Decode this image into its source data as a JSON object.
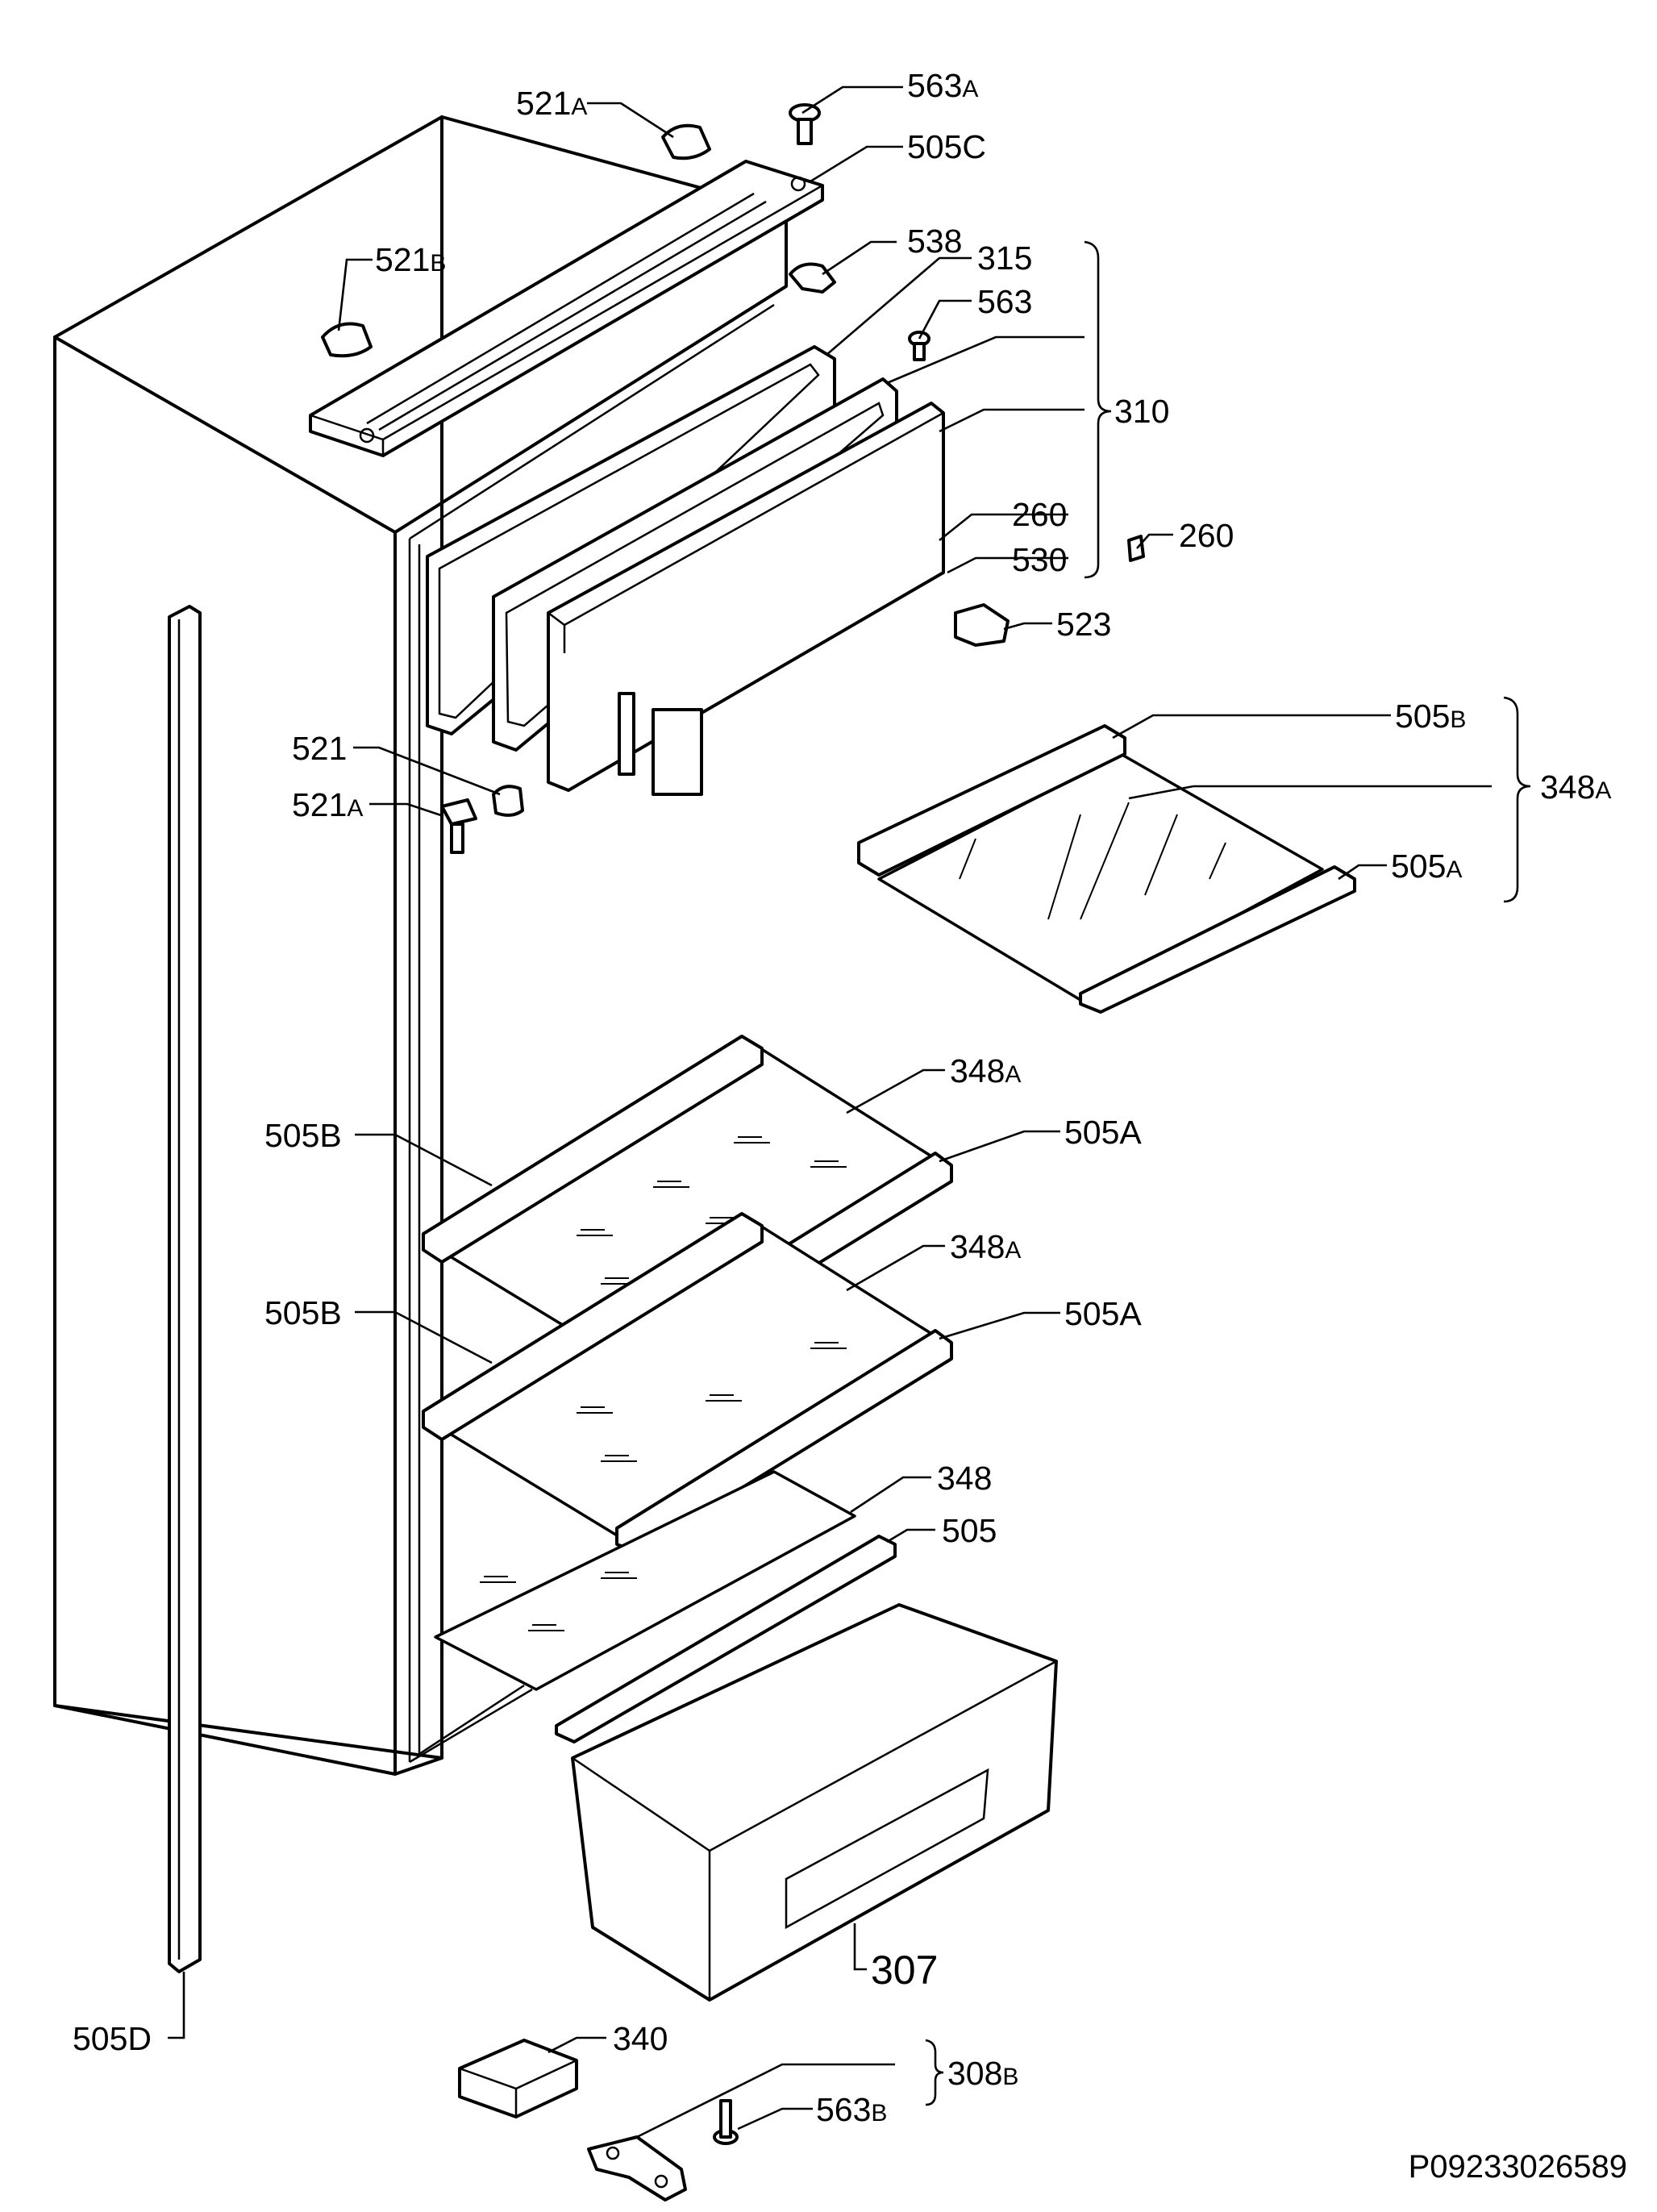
{
  "labels": {
    "l521a_top": {
      "base": "521",
      "suffix": "A"
    },
    "l563a": {
      "base": "563",
      "suffix": "A"
    },
    "l505c": {
      "base": "505C",
      "suffix": ""
    },
    "l521b": {
      "base": "521",
      "suffix": "B"
    },
    "l538": {
      "base": "538",
      "suffix": ""
    },
    "l315": {
      "base": "315",
      "suffix": ""
    },
    "l563": {
      "base": "563",
      "suffix": ""
    },
    "l310": {
      "base": "310",
      "suffix": ""
    },
    "l260a": {
      "base": "260",
      "suffix": ""
    },
    "l260b": {
      "base": "260",
      "suffix": ""
    },
    "l530": {
      "base": "530",
      "suffix": ""
    },
    "l523": {
      "base": "523",
      "suffix": ""
    },
    "l521": {
      "base": "521",
      "suffix": ""
    },
    "l521a_mid": {
      "base": "521",
      "suffix": "A"
    },
    "l505b_top": {
      "base": "505",
      "suffix": "B"
    },
    "l348a_top": {
      "base": "348",
      "suffix": "A"
    },
    "l505a_top": {
      "base": "505",
      "suffix": "A"
    },
    "l348a_1": {
      "base": "348",
      "suffix": "A"
    },
    "l505b_1": {
      "base": "505B",
      "suffix": ""
    },
    "l505a_1": {
      "base": "505A",
      "suffix": ""
    },
    "l348a_2": {
      "base": "348",
      "suffix": "A"
    },
    "l505b_2": {
      "base": "505B",
      "suffix": ""
    },
    "l505a_2": {
      "base": "505A",
      "suffix": ""
    },
    "l348": {
      "base": "348",
      "suffix": ""
    },
    "l505": {
      "base": "505",
      "suffix": ""
    },
    "l307": {
      "base": "307",
      "suffix": ""
    },
    "l505d": {
      "base": "505D",
      "suffix": ""
    },
    "l340": {
      "base": "340",
      "suffix": ""
    },
    "l563b": {
      "base": "563",
      "suffix": "B"
    },
    "l308b": {
      "base": "308",
      "suffix": "B"
    }
  },
  "document_id": "P09233026589"
}
